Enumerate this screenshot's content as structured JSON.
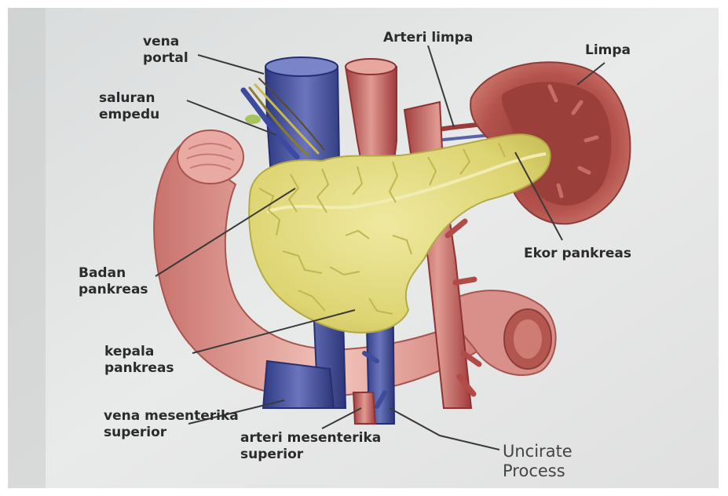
{
  "labels": {
    "vena_portal": [
      "vena",
      "portal"
    ],
    "saluran_empedu": [
      "saluran",
      "empedu"
    ],
    "arteri_limpa": "Arteri limpa",
    "limpa": "Limpa",
    "ekor_pankreas": "Ekor pankreas",
    "badan_pankreas": [
      "Badan",
      "pankreas"
    ],
    "kepala_pankreas": [
      "kepala",
      "pankreas"
    ],
    "vena_mesenterika_superior": [
      "vena mesenterika",
      "superior"
    ],
    "arteri_mesenterika_superior": [
      "arteri mesenterika",
      "superior"
    ],
    "uncirate_process": [
      "Uncirate",
      "Process"
    ]
  },
  "colors": {
    "vein": "#3f4c9a",
    "artery": "#c65a57",
    "pancreas": "#e3dc7a",
    "spleen": "#b9504b",
    "duodenum": "#d98f8a",
    "leader_line": "#3a3a3a"
  }
}
